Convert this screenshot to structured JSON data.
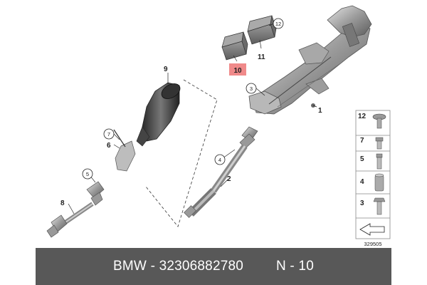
{
  "footer": {
    "brand": "BMW",
    "separator": "-",
    "part_number": "32306882780",
    "position": "N - 10"
  },
  "diagram": {
    "callouts": [
      {
        "id": "1",
        "label": "1"
      },
      {
        "id": "2",
        "label": "2"
      },
      {
        "id": "3",
        "label": "3"
      },
      {
        "id": "4",
        "label": "4"
      },
      {
        "id": "5",
        "label": "5"
      },
      {
        "id": "6",
        "label": "6"
      },
      {
        "id": "7",
        "label": "7"
      },
      {
        "id": "8",
        "label": "8"
      },
      {
        "id": "9",
        "label": "9"
      },
      {
        "id": "10",
        "label": "10"
      },
      {
        "id": "11",
        "label": "11"
      },
      {
        "id": "12",
        "label": "12"
      }
    ],
    "legend": [
      {
        "id": "12",
        "label": "12"
      },
      {
        "id": "7",
        "label": "7"
      },
      {
        "id": "5",
        "label": "5"
      },
      {
        "id": "4",
        "label": "4"
      },
      {
        "id": "3",
        "label": "3"
      }
    ],
    "image_number": "329505",
    "highlight_color": "#f08a8a"
  }
}
